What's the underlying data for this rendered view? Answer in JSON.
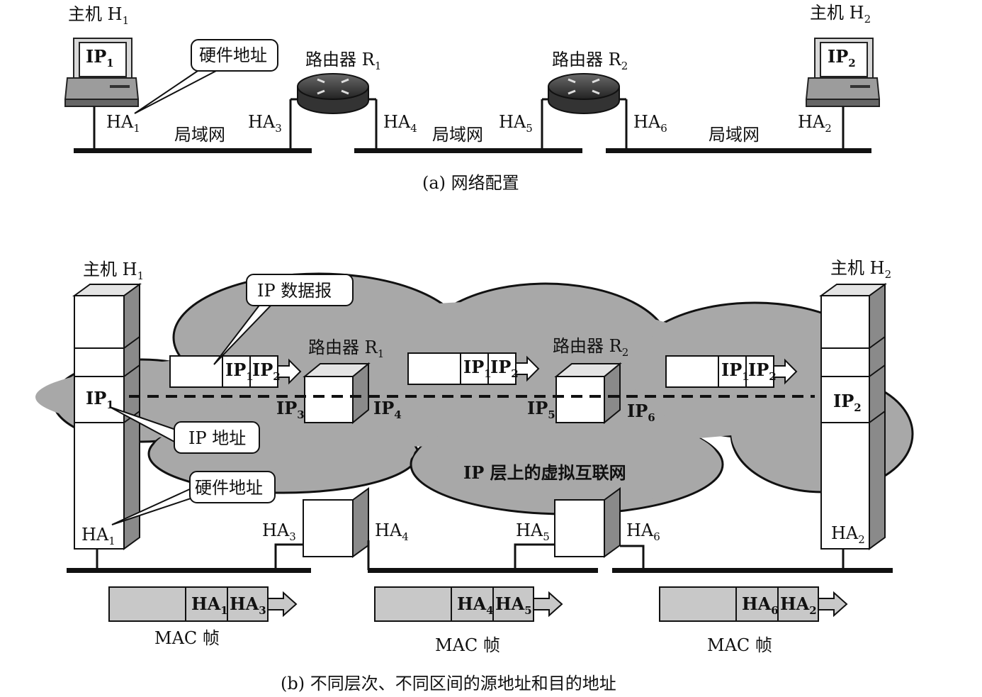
{
  "part_a": {
    "host1": {
      "name": "主机 H",
      "sub": "1"
    },
    "host2": {
      "name": "主机 H",
      "sub": "2"
    },
    "ip1": {
      "base": "IP",
      "sub": "1"
    },
    "ip2": {
      "base": "IP",
      "sub": "2"
    },
    "router1": {
      "name": "路由器 R",
      "sub": "1"
    },
    "router2": {
      "name": "路由器 R",
      "sub": "2"
    },
    "callout": "硬件地址",
    "ha1": {
      "base": "HA",
      "sub": "1"
    },
    "ha2": {
      "base": "HA",
      "sub": "2"
    },
    "ha3": {
      "base": "HA",
      "sub": "3"
    },
    "ha4": {
      "base": "HA",
      "sub": "4"
    },
    "ha5": {
      "base": "HA",
      "sub": "5"
    },
    "ha6": {
      "base": "HA",
      "sub": "6"
    },
    "lan_label": "局域网",
    "caption": "(a) 网络配置"
  },
  "part_b": {
    "host1": {
      "name": "主机 H",
      "sub": "1"
    },
    "host2": {
      "name": "主机 H",
      "sub": "2"
    },
    "router1": {
      "name": "路由器 R",
      "sub": "1"
    },
    "router2": {
      "name": "路由器 R",
      "sub": "2"
    },
    "callout_datagram": "IP 数据报",
    "callout_ip": "IP 地址",
    "callout_hw": "硬件地址",
    "cloud_label": "IP 层上的虚拟互联网",
    "ip_base": "IP",
    "ha_base": "HA",
    "mac_label": "MAC 帧",
    "caption": "(b) 不同层次、不同区间的源地址和目的地址"
  }
}
